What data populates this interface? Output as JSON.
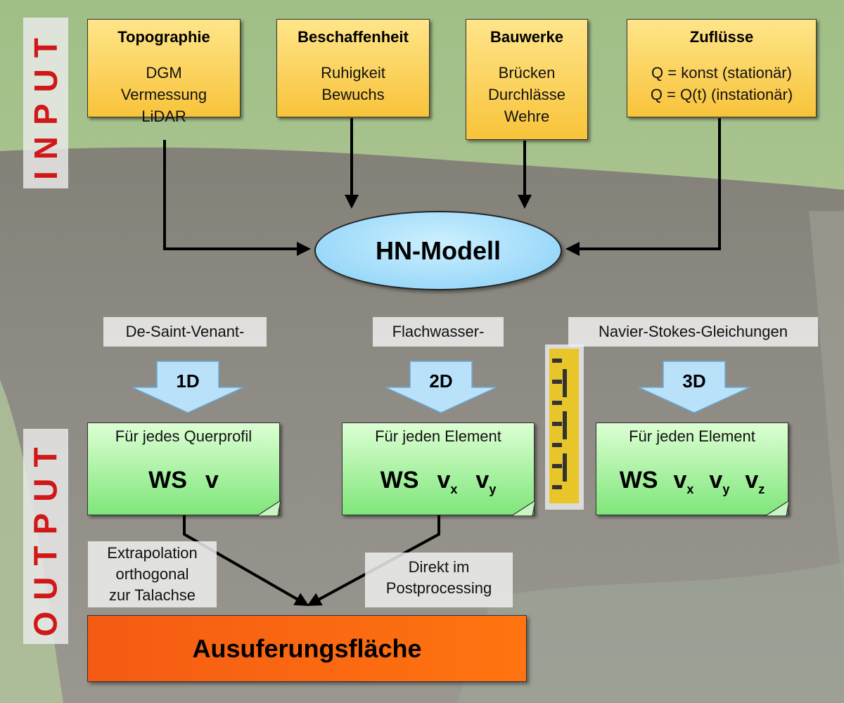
{
  "side": {
    "input": "INPUT",
    "output": "OUTPUT"
  },
  "inputs": [
    {
      "title": "Topographie",
      "lines": [
        "DGM",
        "Vermessung",
        "LiDAR"
      ]
    },
    {
      "title": "Beschaffenheit",
      "lines": [
        "Ruhigkeit",
        "Bewuchs"
      ]
    },
    {
      "title": "Bauwerke",
      "lines": [
        "Brücken",
        "Durchlässe",
        "Wehre"
      ]
    },
    {
      "title": "Zuflüsse",
      "lines": [
        "Q = konst (stationär)",
        "Q = Q(t) (instationär)"
      ]
    }
  ],
  "model": "HN-Modell",
  "equations": [
    "De-Saint-Venant-",
    "Flachwasser-",
    "Navier-Stokes-Gleichungen"
  ],
  "dims": [
    "1D",
    "2D",
    "3D"
  ],
  "outputs": [
    {
      "header": "Für jedes Querprofil",
      "vars": [
        {
          "b": "WS",
          "s": ""
        },
        {
          "b": "v",
          "s": ""
        }
      ]
    },
    {
      "header": "Für jeden Element",
      "vars": [
        {
          "b": "WS",
          "s": ""
        },
        {
          "b": "v",
          "s": "x"
        },
        {
          "b": "v",
          "s": "y"
        }
      ]
    },
    {
      "header": "Für jeden Element",
      "vars": [
        {
          "b": "WS",
          "s": ""
        },
        {
          "b": "v",
          "s": "x"
        },
        {
          "b": "v",
          "s": "y"
        },
        {
          "b": "v",
          "s": "z"
        }
      ]
    }
  ],
  "notes": {
    "left": [
      "Extrapolation",
      "orthogonal",
      "zur Talachse"
    ],
    "right": [
      "Direkt im",
      "Postprocessing"
    ]
  },
  "result": "Ausuferungsfläche",
  "colors": {
    "input_fill": "#fcd45c",
    "model_fill": "#a6dffa",
    "output_fill": "#a8f0a0",
    "result_fill": "#f86812",
    "dim_arrow_fill": "#b9e2fa",
    "side_text": "#d01818"
  }
}
